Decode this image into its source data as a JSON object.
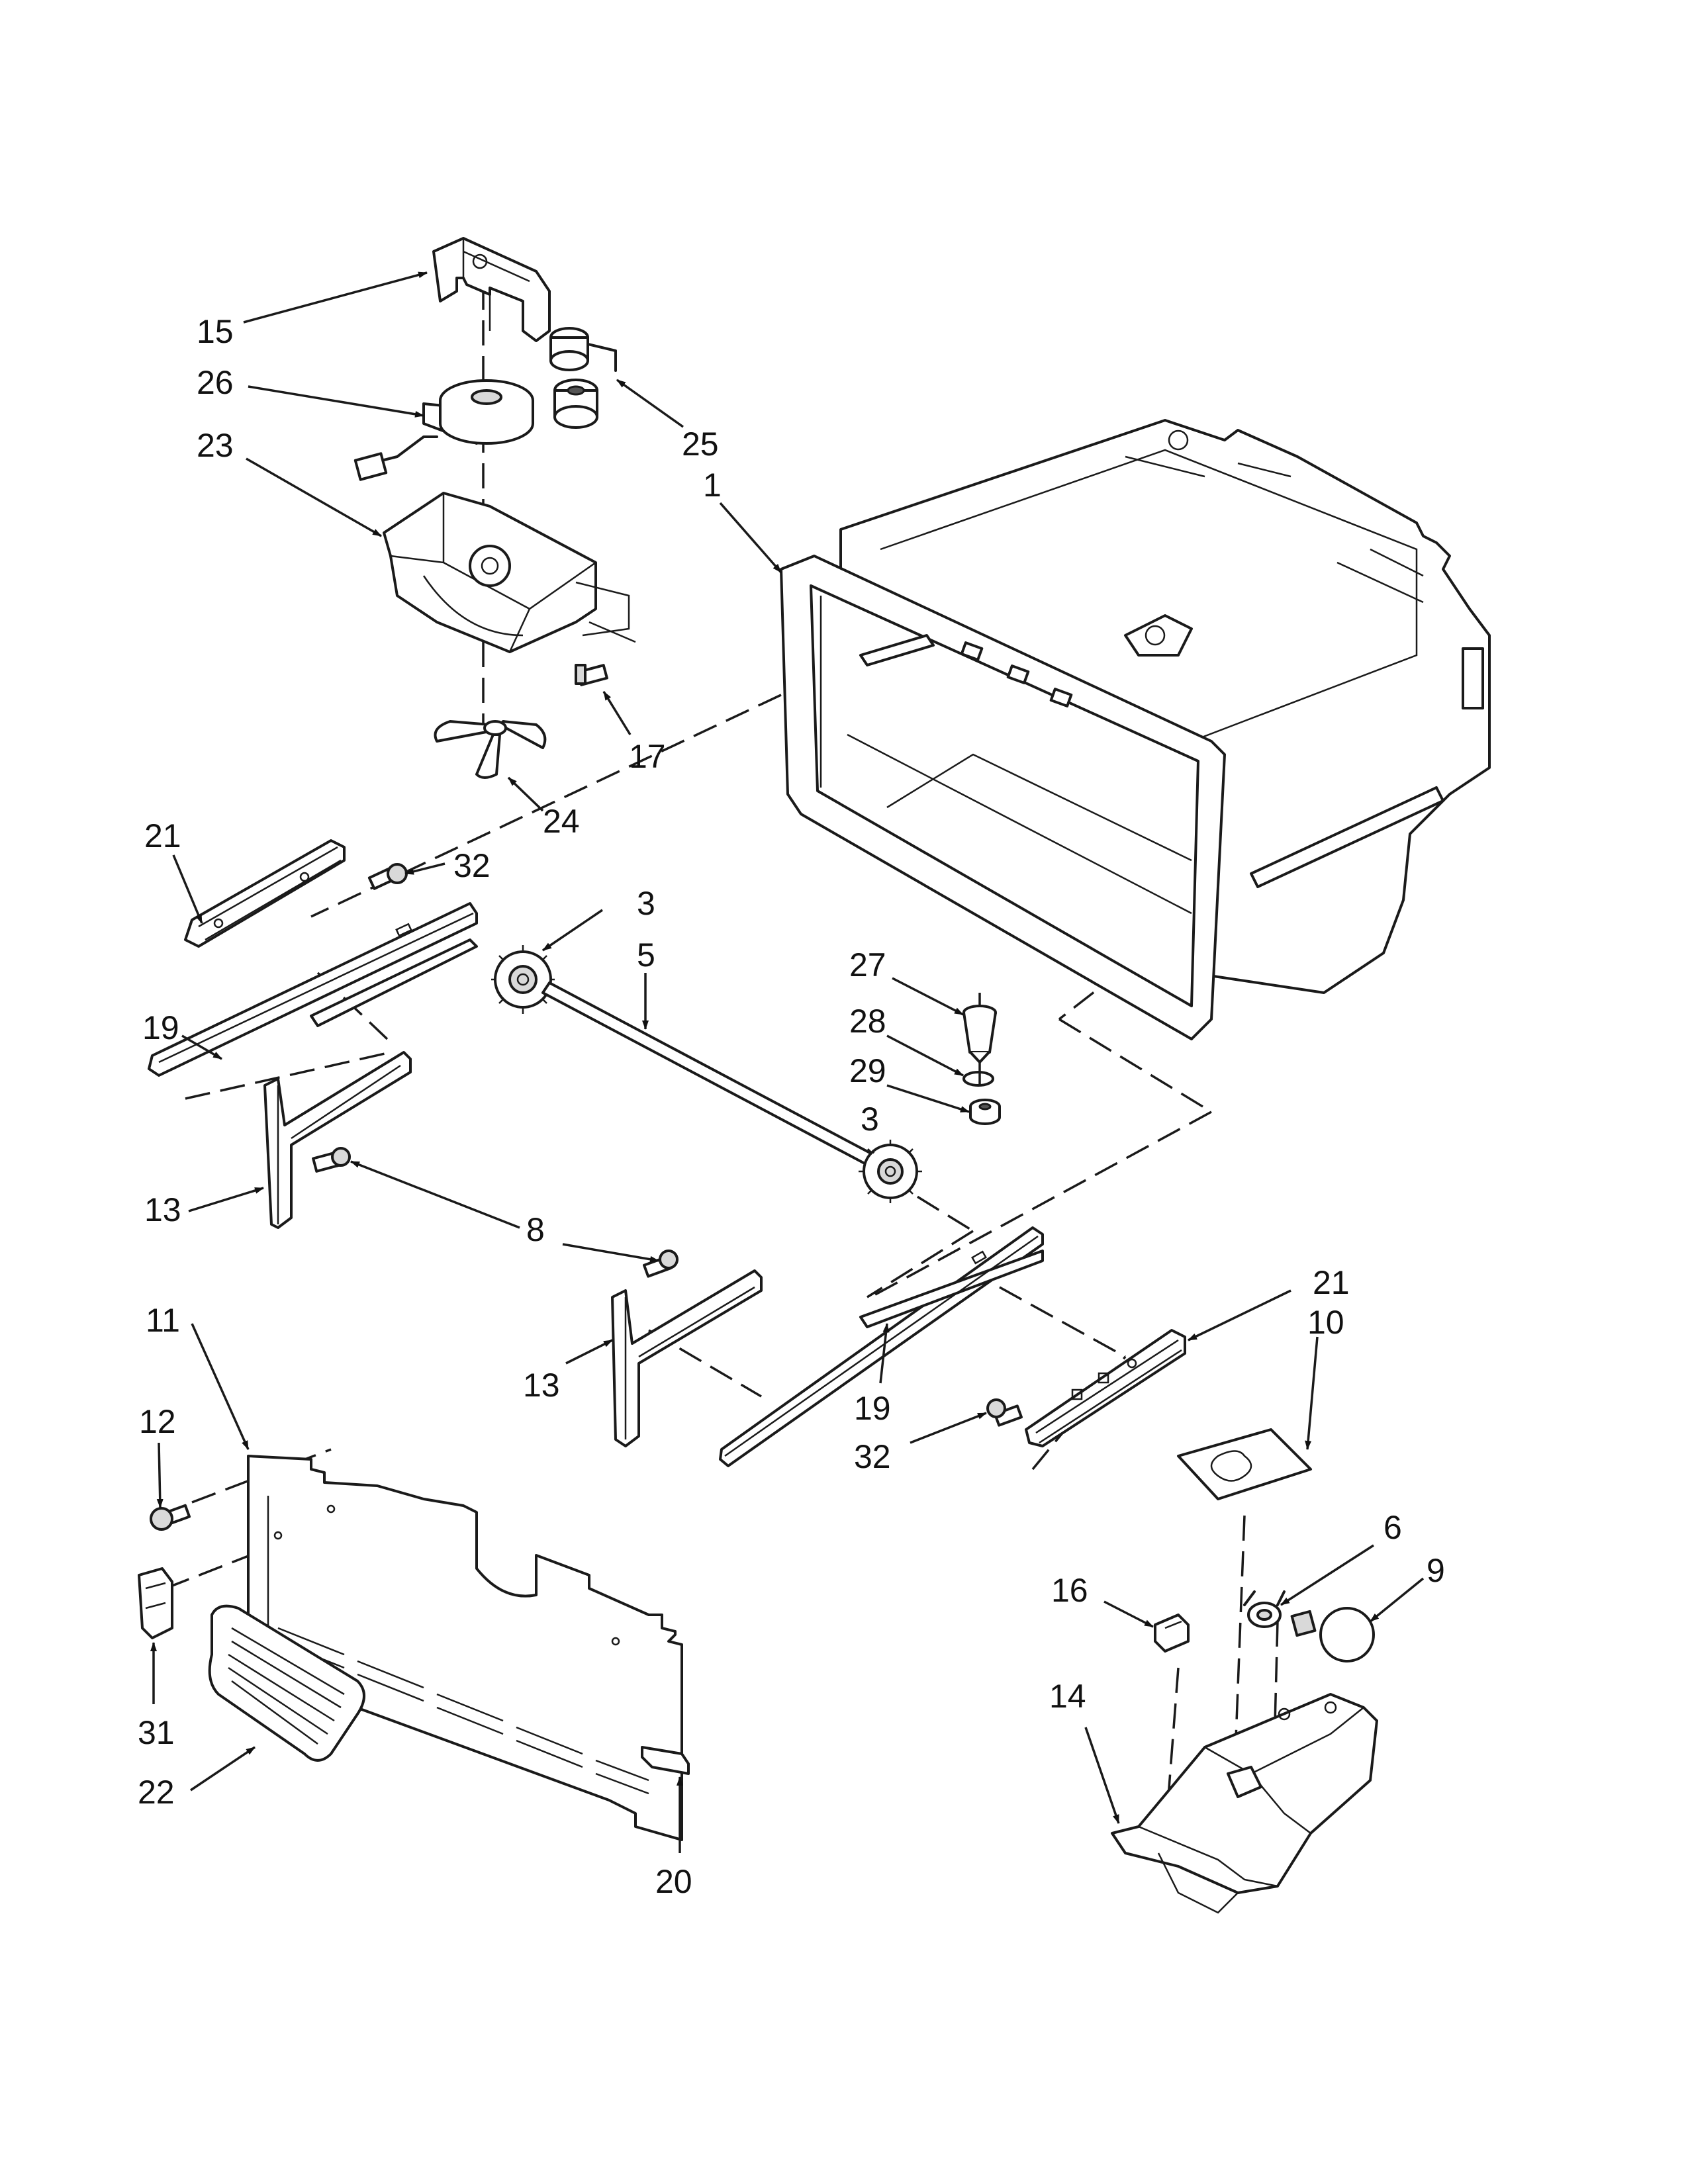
{
  "callouts": {
    "c1": "1",
    "c3a": "3",
    "c3b": "3",
    "c5": "5",
    "c6": "6",
    "c8": "8",
    "c9": "9",
    "c10": "10",
    "c11": "11",
    "c12": "12",
    "c13a": "13",
    "c13b": "13",
    "c14": "14",
    "c15": "15",
    "c16": "16",
    "c17": "17",
    "c19a": "19",
    "c19b": "19",
    "c20": "20",
    "c21a": "21",
    "c21b": "21",
    "c22": "22",
    "c23": "23",
    "c24": "24",
    "c25": "25",
    "c26": "26",
    "c27": "27",
    "c28": "28",
    "c29": "29",
    "c31": "31",
    "c32a": "32",
    "c32b": "32"
  }
}
